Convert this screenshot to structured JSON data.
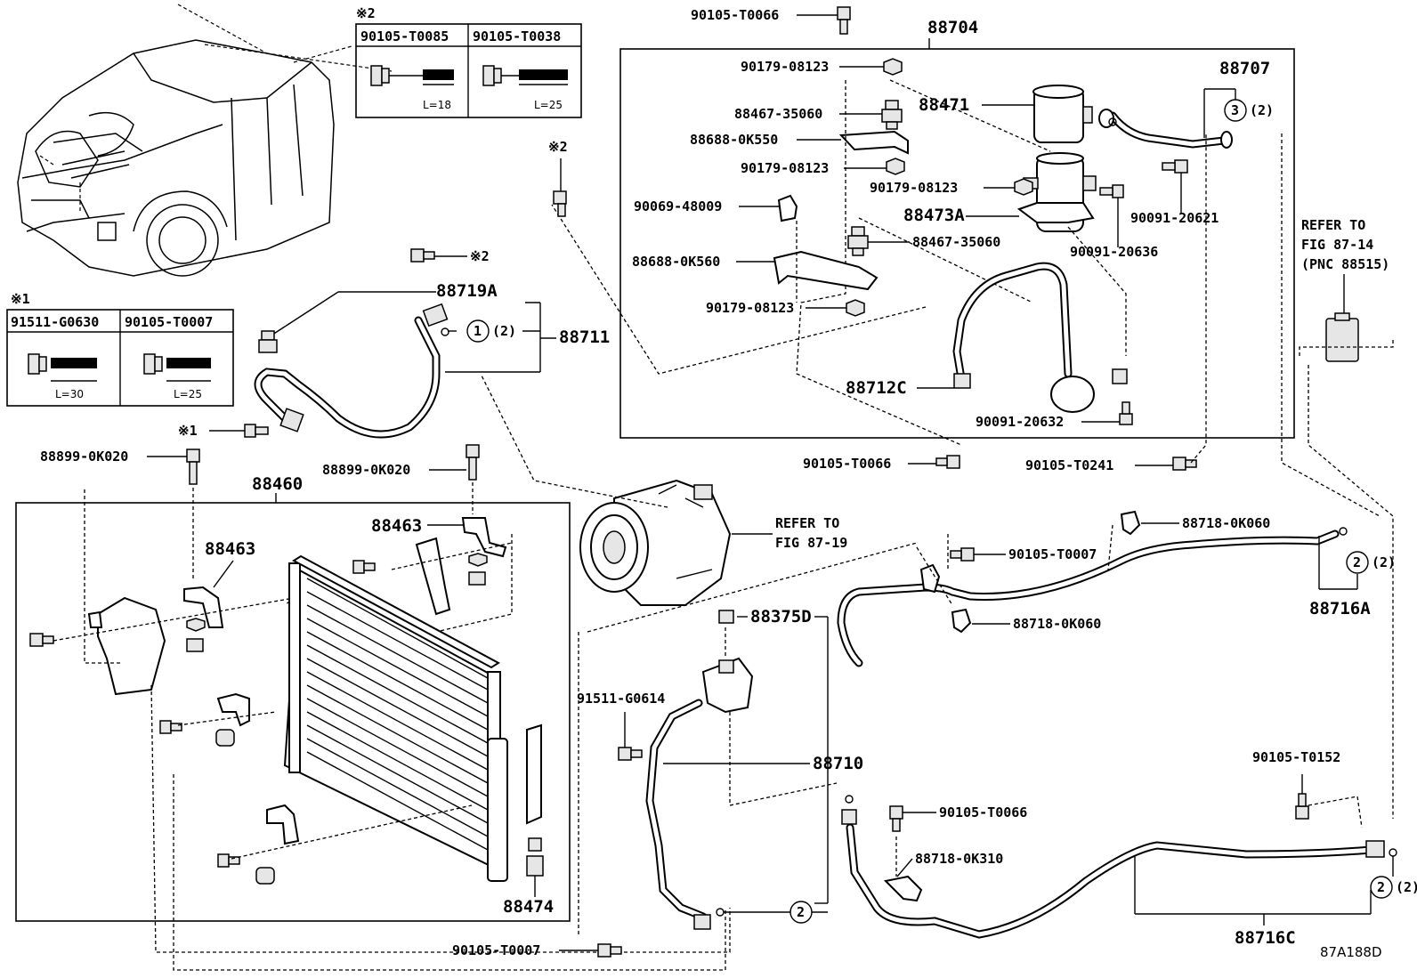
{
  "diagram_id": "87A188D",
  "callouts": {
    "p88704": "88704",
    "p88707": "88707",
    "p88471": "88471",
    "p88473A": "88473A",
    "p88711": "88711",
    "p88719A": "88719A",
    "p88712C": "88712C",
    "p88460": "88460",
    "p88463a": "88463",
    "p88463b": "88463",
    "p88474": "88474",
    "p88375D": "88375D",
    "p88710": "88710",
    "p88716A": "88716A",
    "p88716C": "88716C",
    "p90105_T0066_top": "90105-T0066",
    "p90179_08123_a": "90179-08123",
    "p88467_35060_a": "88467-35060",
    "p88688_0K550": "88688-0K550",
    "p90179_08123_b": "90179-08123",
    "p90179_08123_c": "90179-08123",
    "p90069_48009": "90069-48009",
    "p88467_35060_b": "88467-35060",
    "p88688_0K560": "88688-0K560",
    "p90179_08123_d": "90179-08123",
    "p90091_20621": "90091-20621",
    "p90091_20636": "90091-20636",
    "p90091_20632": "90091-20632",
    "p90105_T0066_mid": "90105-T0066",
    "p90105_T0241": "90105-T0241",
    "p88899_0K020_a": "88899-0K020",
    "p88899_0K020_b": "88899-0K020",
    "p88718_0K060_a": "88718-0K060",
    "p90105_T0007_a": "90105-T0007",
    "p88718_0K060_b": "88718-0K060",
    "p91511_G0614": "91511-G0614",
    "p90105_T0152": "90105-T0152",
    "p90105_T0066_low": "90105-T0066",
    "p88718_0K310": "88718-0K310",
    "p90105_T0007_b": "90105-T0007"
  },
  "references": {
    "fig_87_19_line1": "REFER TO",
    "fig_87_19_line2": "FIG 87-19",
    "fig_87_14_line1": "REFER TO",
    "fig_87_14_line2": "FIG 87-14",
    "fig_87_14_line3": "(PNC 88515)"
  },
  "markers": {
    "note1": "※1",
    "note2": "※2",
    "circle1": "1",
    "circle2": "2",
    "circle3": "3",
    "qty2": "(2)"
  },
  "table_note2": {
    "marker": "※2",
    "col1": "90105-T0085",
    "col2": "90105-T0038",
    "len1": "L=18",
    "len2": "L=25"
  },
  "table_note1": {
    "marker": "※1",
    "col1": "91511-G0630",
    "col2": "90105-T0007",
    "len1": "L=30",
    "len2": "L=25"
  }
}
